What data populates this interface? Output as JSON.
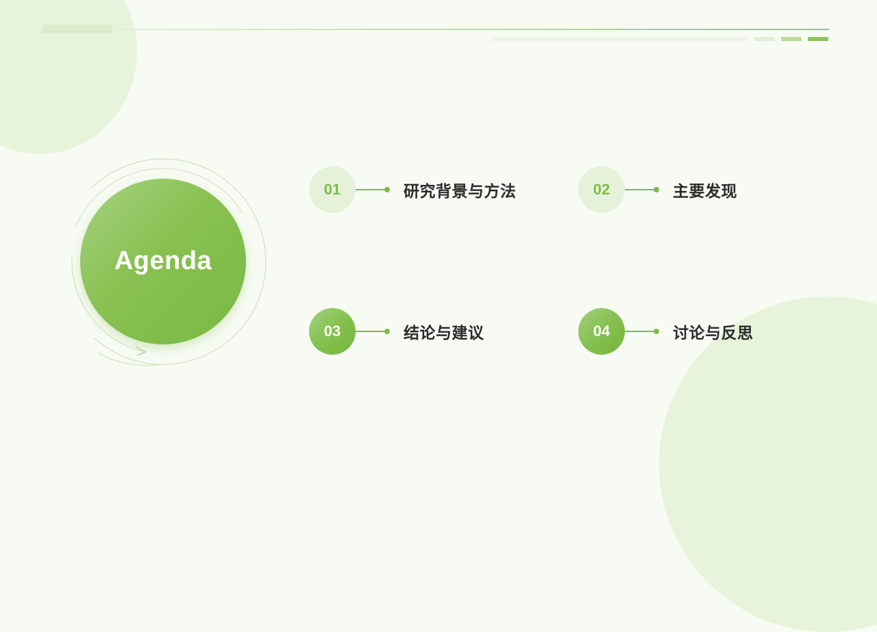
{
  "slide": {
    "title": "Agenda",
    "items": [
      {
        "number": "01",
        "label": "研究背景与方法",
        "style": "light"
      },
      {
        "number": "02",
        "label": "主要发现",
        "style": "light"
      },
      {
        "number": "03",
        "label": "结论与建议",
        "style": "solid"
      },
      {
        "number": "04",
        "label": "讨论与反思",
        "style": "solid"
      }
    ]
  },
  "colors": {
    "background": "#f7fbf3",
    "accent": "#7dbb48",
    "accent_light": "#e6f1da",
    "text": "#2b2b2b"
  }
}
